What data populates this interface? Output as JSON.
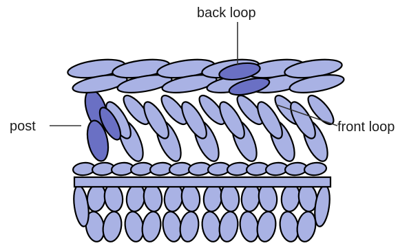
{
  "labels": {
    "back_loop": "back loop",
    "post": "post",
    "front_loop": "front loop"
  },
  "colors": {
    "stitch": "#a9b2e4",
    "highlight": "#6a70c4",
    "outline": "#000000",
    "background": "#ffffff",
    "leader": "#333333"
  }
}
